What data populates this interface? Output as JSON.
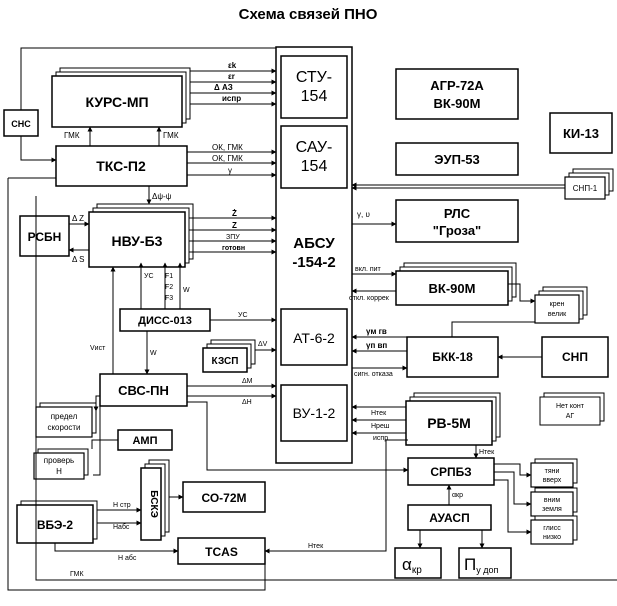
{
  "title": "Схема связей ПНО",
  "blocks": {
    "kurs": "КУРС-МП",
    "tks": "ТКС-П2",
    "nvu": "НВУ-Б3",
    "rsbn": "РСБН",
    "diss": "ДИСС-013",
    "kzsp": "КЗСП",
    "svs": "СВС-ПН",
    "predel_1": "предел",
    "predel_2": "скорости",
    "amp": "АМП",
    "proverh_1": "проверь",
    "proverh_2": "Н",
    "bsk": "БСКЭ",
    "so72": "СО-72М",
    "vbe": "ВБЭ-2",
    "tcas": "TCAS",
    "sns": "СНС",
    "stu_1": "СТУ-",
    "stu_2": "154",
    "sau_1": "САУ-",
    "sau_2": "154",
    "absu_1": "АБСУ",
    "absu_2": "-154-2",
    "at_1": "АТ-6-2",
    "vu_1": "ВУ-1-2",
    "agr_1": "АГР-72А",
    "agr_2": "ВК-90М",
    "eup": "ЭУП-53",
    "ki13": "КИ-13",
    "snp1": "СНП-1",
    "rls_1": "РЛС",
    "rls_2": "\"Гроза\"",
    "vk90": "ВК-90М",
    "kren_1": "крен",
    "kren_2": "велик",
    "bkk": "БКК-18",
    "snp": "СНП",
    "netkont_1": "Нет конт",
    "netkont_2": "АГ",
    "rv5": "РВ-5М",
    "srpbz": "СРПБЗ",
    "tyani_1": "тяни",
    "tyani_2": "вверх",
    "vnim_1": "вним",
    "vnim_2": "земля",
    "gliss_1": "глисс",
    "gliss_2": "низко",
    "auasp": "АУАСП",
    "a_kr_main": "α",
    "a_kr_sub": "кр",
    "p_dop_main": "П",
    "p_dop_sub": "у доп"
  },
  "signals": {
    "eps_k": "εk",
    "eps_r": "εr",
    "delta_az": "Δ   АЗ",
    "ispr_kurs": "испр",
    "gmk_1": "ГМК",
    "gmk_2": "ГМК",
    "ok_gmk_1": "ОК, ГМК",
    "ok_gmk_2": "ОК, ГМК",
    "gamma_1": "γ",
    "dpsi": "Δψ-ψ",
    "dz": "Δ Z",
    "ds": "Δ S",
    "zdot": "Ż",
    "z": "Z",
    "zpu": "ЗПУ",
    "gotov": "готовн",
    "us_1": "УС",
    "f1": "F1",
    "f2": "F2",
    "f3": "F3",
    "w_1": "W",
    "us_2": "УС",
    "w_2": "W",
    "v_ist": "Vист",
    "dv": "ΔV",
    "dm": "ΔM",
    "dh": "ΔH",
    "gamma_theta": "γ, υ",
    "vkl_pit": "вкл. пит",
    "otkl_korrek": "откл. коррек",
    "gamma_mgv": "γм гв",
    "gamma_pvp": "γп вп",
    "sign_otkaza": "сигн. отказа",
    "h_tek_1": "Нтек",
    "h_resh": "Нреш",
    "ispr_rv": "испр",
    "h_tek_2": "Нтек",
    "a_kr_sig": "αкр",
    "h_str": "Н стр",
    "h_abs_1": "Набс",
    "h_abs_2": "Н абс",
    "h_tek_3": "Нтек",
    "gmk_3": "ГМК"
  }
}
